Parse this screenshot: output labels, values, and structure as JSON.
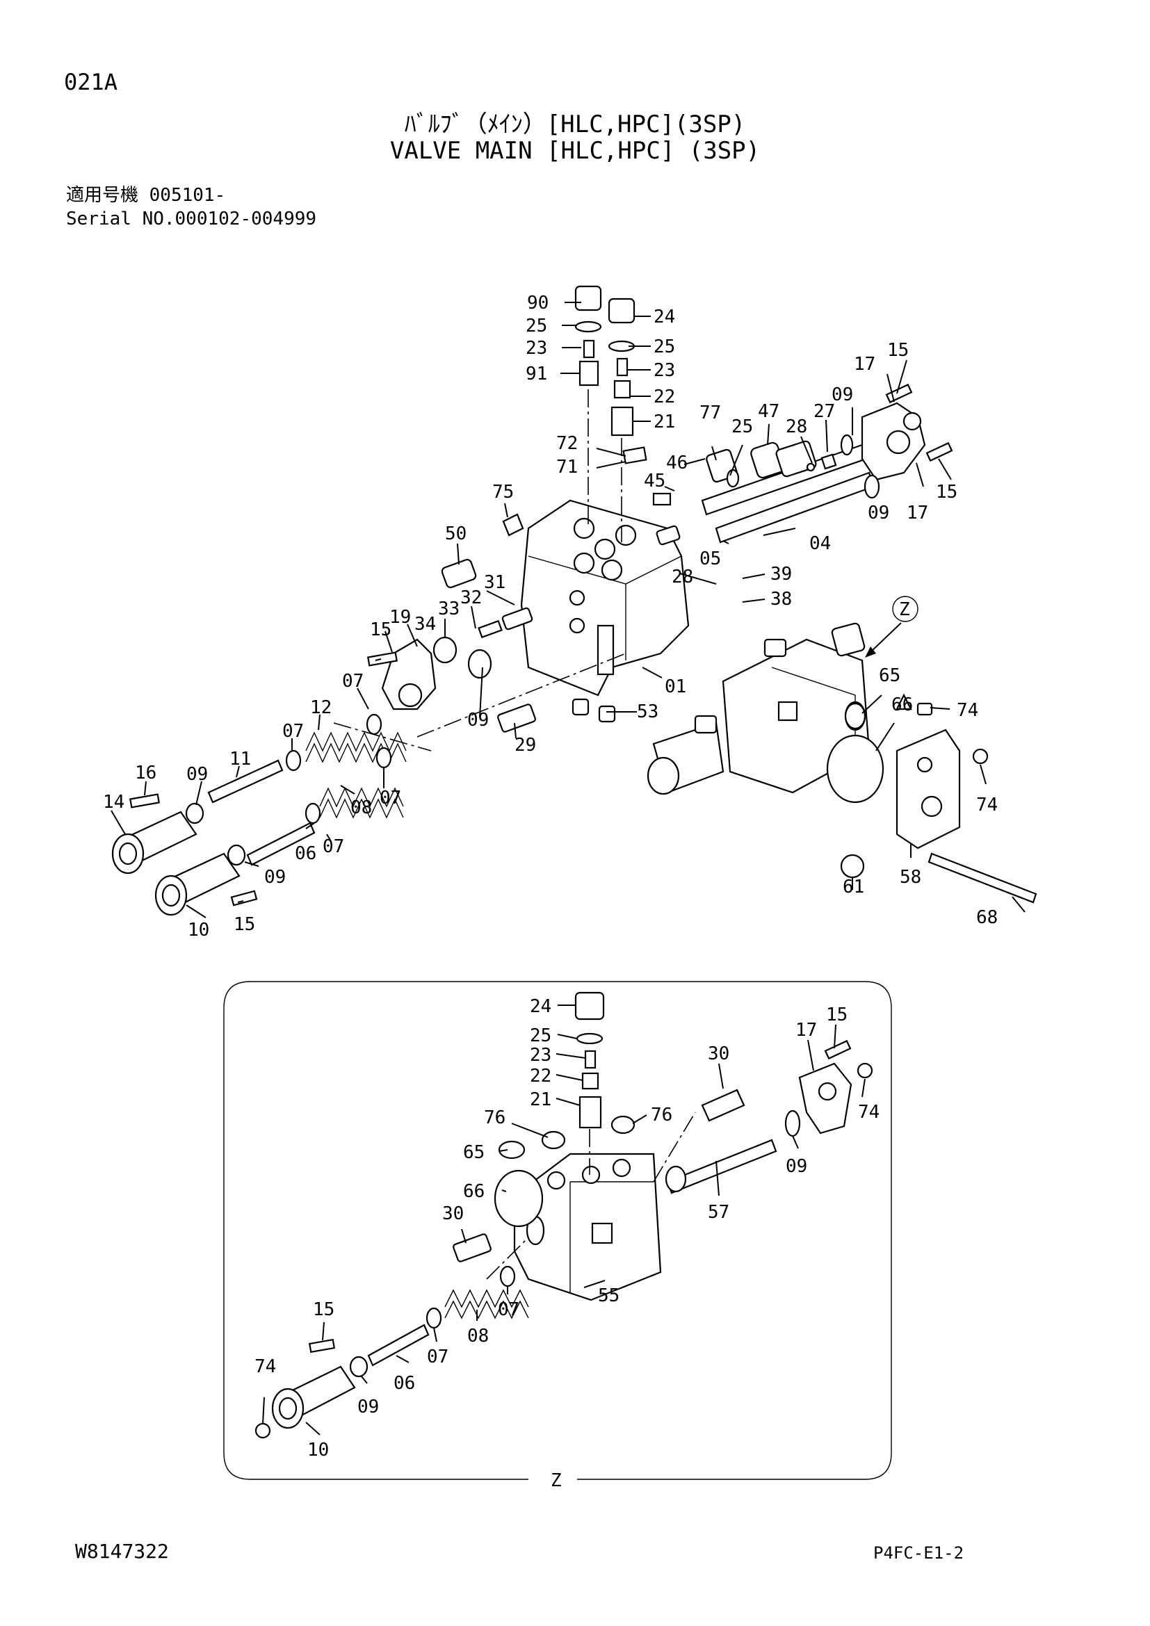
{
  "header": {
    "page_code": "021A",
    "title_jp": "ﾊﾞﾙﾌﾞ（ﾒｲﾝ）[HLC,HPC](3SP)",
    "title_en": "VALVE MAIN [HLC,HPC] (3SP)",
    "serial_jp": "適用号機 005101-",
    "serial_en": "Serial NO.000102-004999"
  },
  "footer": {
    "left": "W8147322",
    "right": "P4FC-E1-2"
  },
  "main_labels": [
    "90",
    "24",
    "25",
    "25",
    "23",
    "91",
    "23",
    "22",
    "21",
    "72",
    "71",
    "77",
    "25",
    "47",
    "28",
    "27",
    "09",
    "17",
    "15",
    "15",
    "17",
    "09",
    "46",
    "45",
    "75",
    "50",
    "05",
    "04",
    "28",
    "39",
    "38",
    "31",
    "33",
    "32",
    "19",
    "34",
    "15",
    "01",
    "53",
    "29",
    "09",
    "07",
    "12",
    "07",
    "11",
    "16",
    "09",
    "14",
    "07",
    "08",
    "06",
    "07",
    "09",
    "10",
    "15",
    "65",
    "66",
    "74",
    "74",
    "61",
    "58",
    "68"
  ],
  "detail_labels": [
    "24",
    "25",
    "23",
    "22",
    "21",
    "30",
    "17",
    "15",
    "74",
    "76",
    "76",
    "65",
    "09",
    "66",
    "57",
    "30",
    "55",
    "07",
    "08",
    "07",
    "15",
    "06",
    "74",
    "09",
    "10"
  ],
  "detail_view": {
    "callout_main": "Z",
    "caption": "Z"
  }
}
